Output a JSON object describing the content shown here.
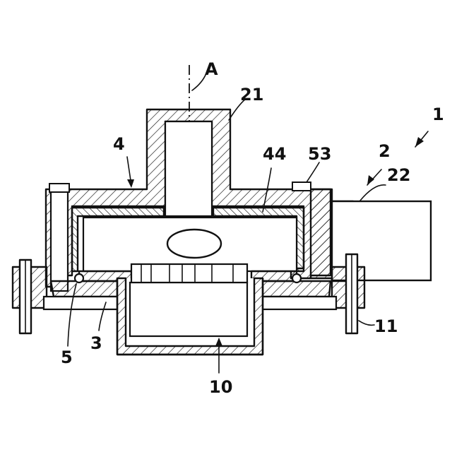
{
  "labels": {
    "axis": "A",
    "l1": "1",
    "l2": "2",
    "l3": "3",
    "l4": "4",
    "l5": "5",
    "l10": "10",
    "l11": "11",
    "l21": "21",
    "l22": "22",
    "l44": "44",
    "l53": "53"
  }
}
